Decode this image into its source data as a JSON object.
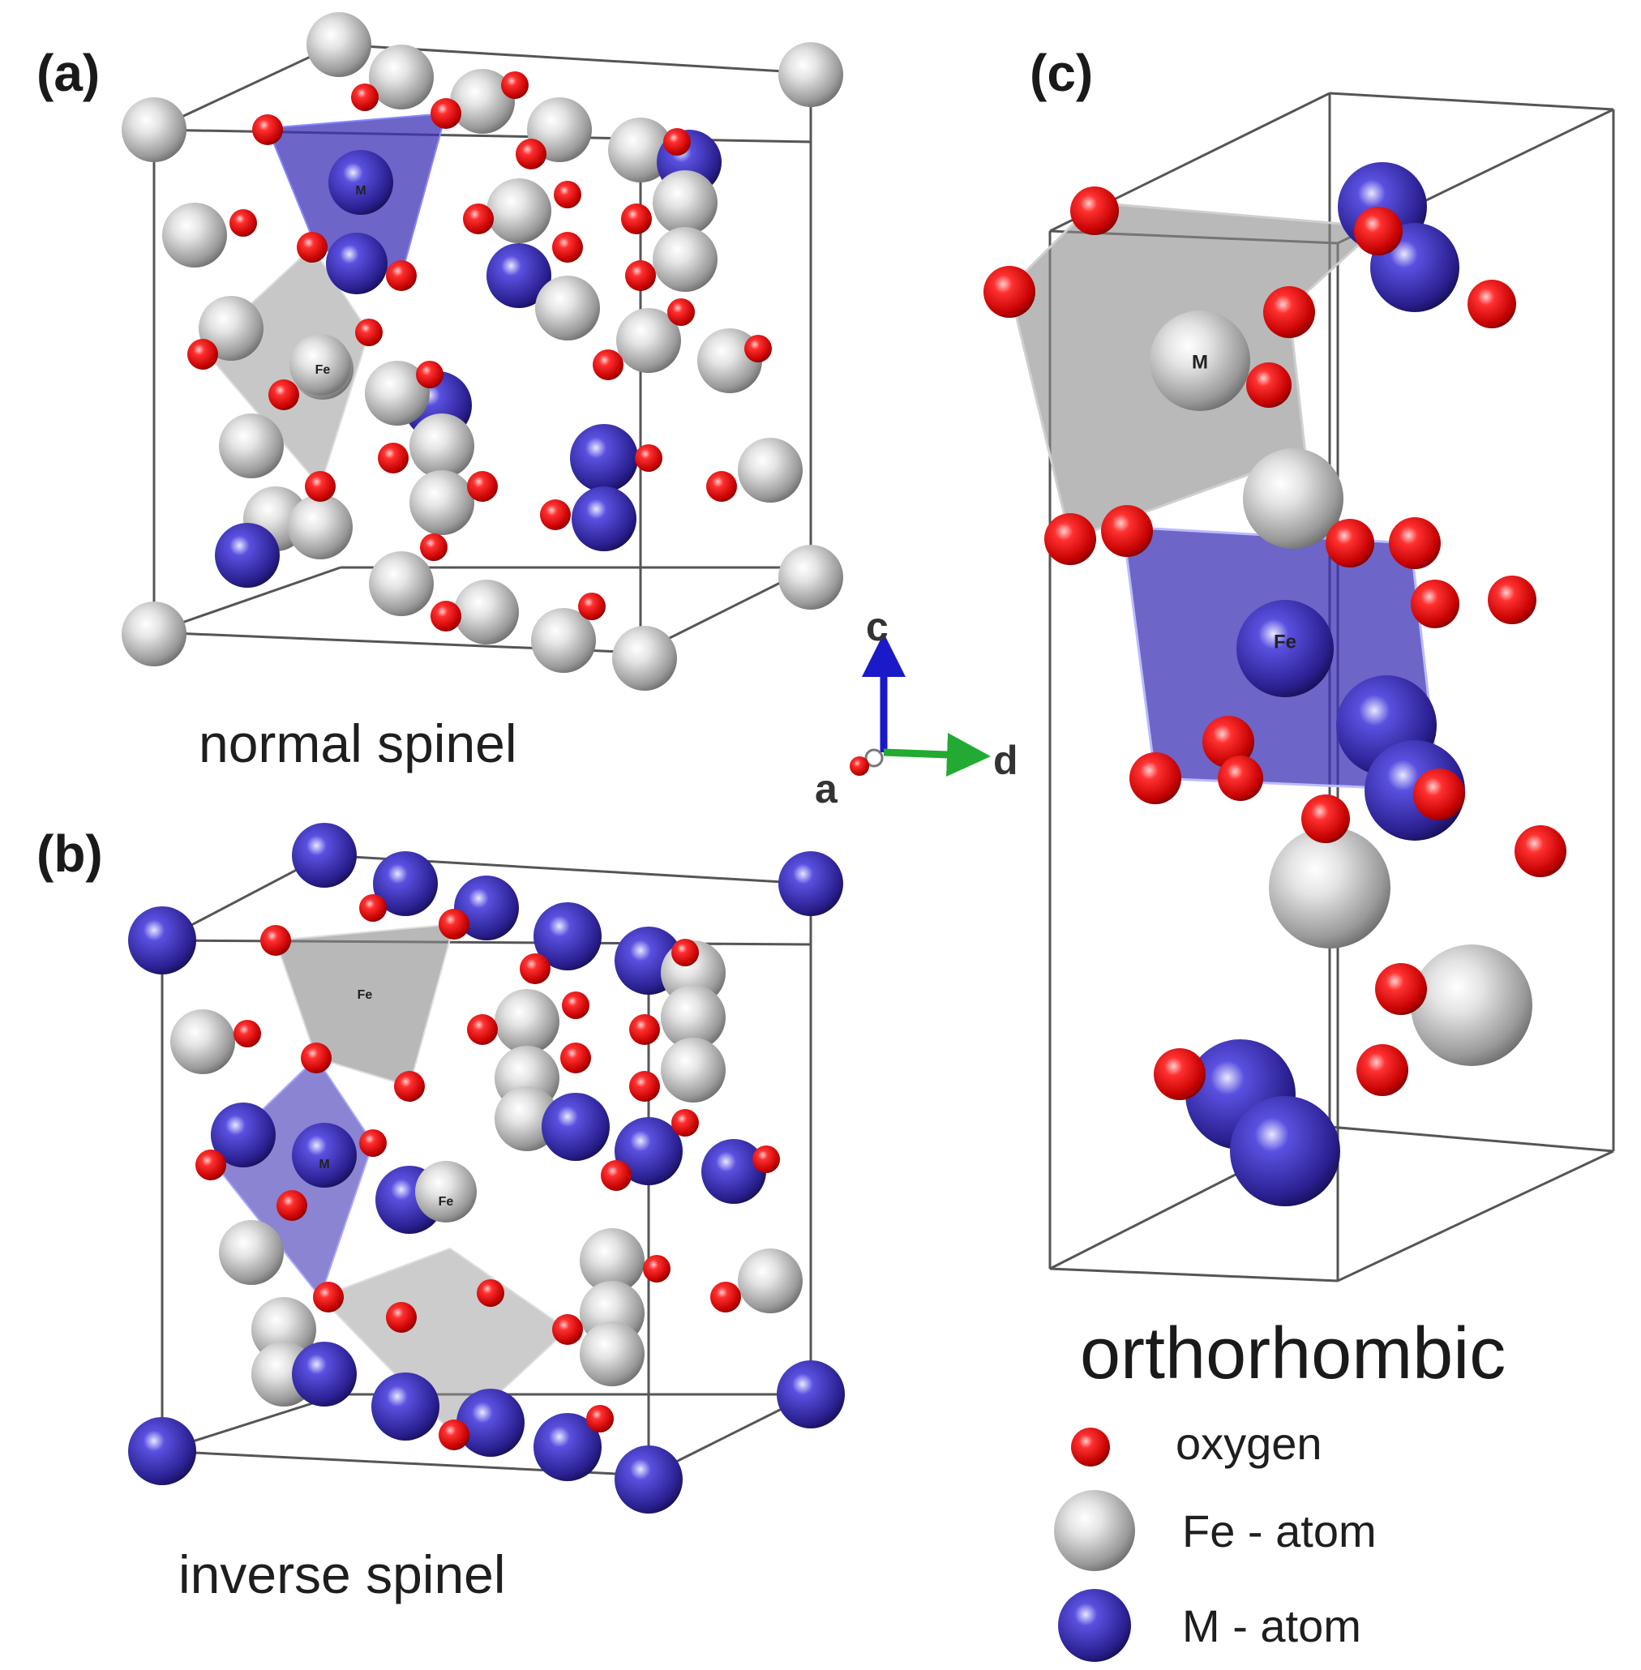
{
  "panels": {
    "a": {
      "label": "(a)",
      "caption": "normal spinel"
    },
    "b": {
      "label": "(b)",
      "caption": "inverse spinel"
    },
    "c": {
      "label": "(c)",
      "caption": "orthorhombic"
    }
  },
  "axes": {
    "c": "c",
    "d": "d",
    "a": "a"
  },
  "polyhedra_labels": {
    "M": "M",
    "Fe": "Fe"
  },
  "legend": [
    {
      "id": "oxygen",
      "label": "oxygen",
      "color": "#e01010"
    },
    {
      "id": "fe",
      "label": "Fe - atom",
      "color": "#b8b8b8"
    },
    {
      "id": "m",
      "label": "M - atom",
      "color": "#3c32b4"
    }
  ],
  "colors": {
    "oxygen": "#e01010",
    "fe_atom": "#b8b8b8",
    "m_atom": "#3c32b4",
    "axis_c": "#1a1ac8",
    "axis_d": "#22aa33",
    "axis_a": "#cc1111"
  }
}
